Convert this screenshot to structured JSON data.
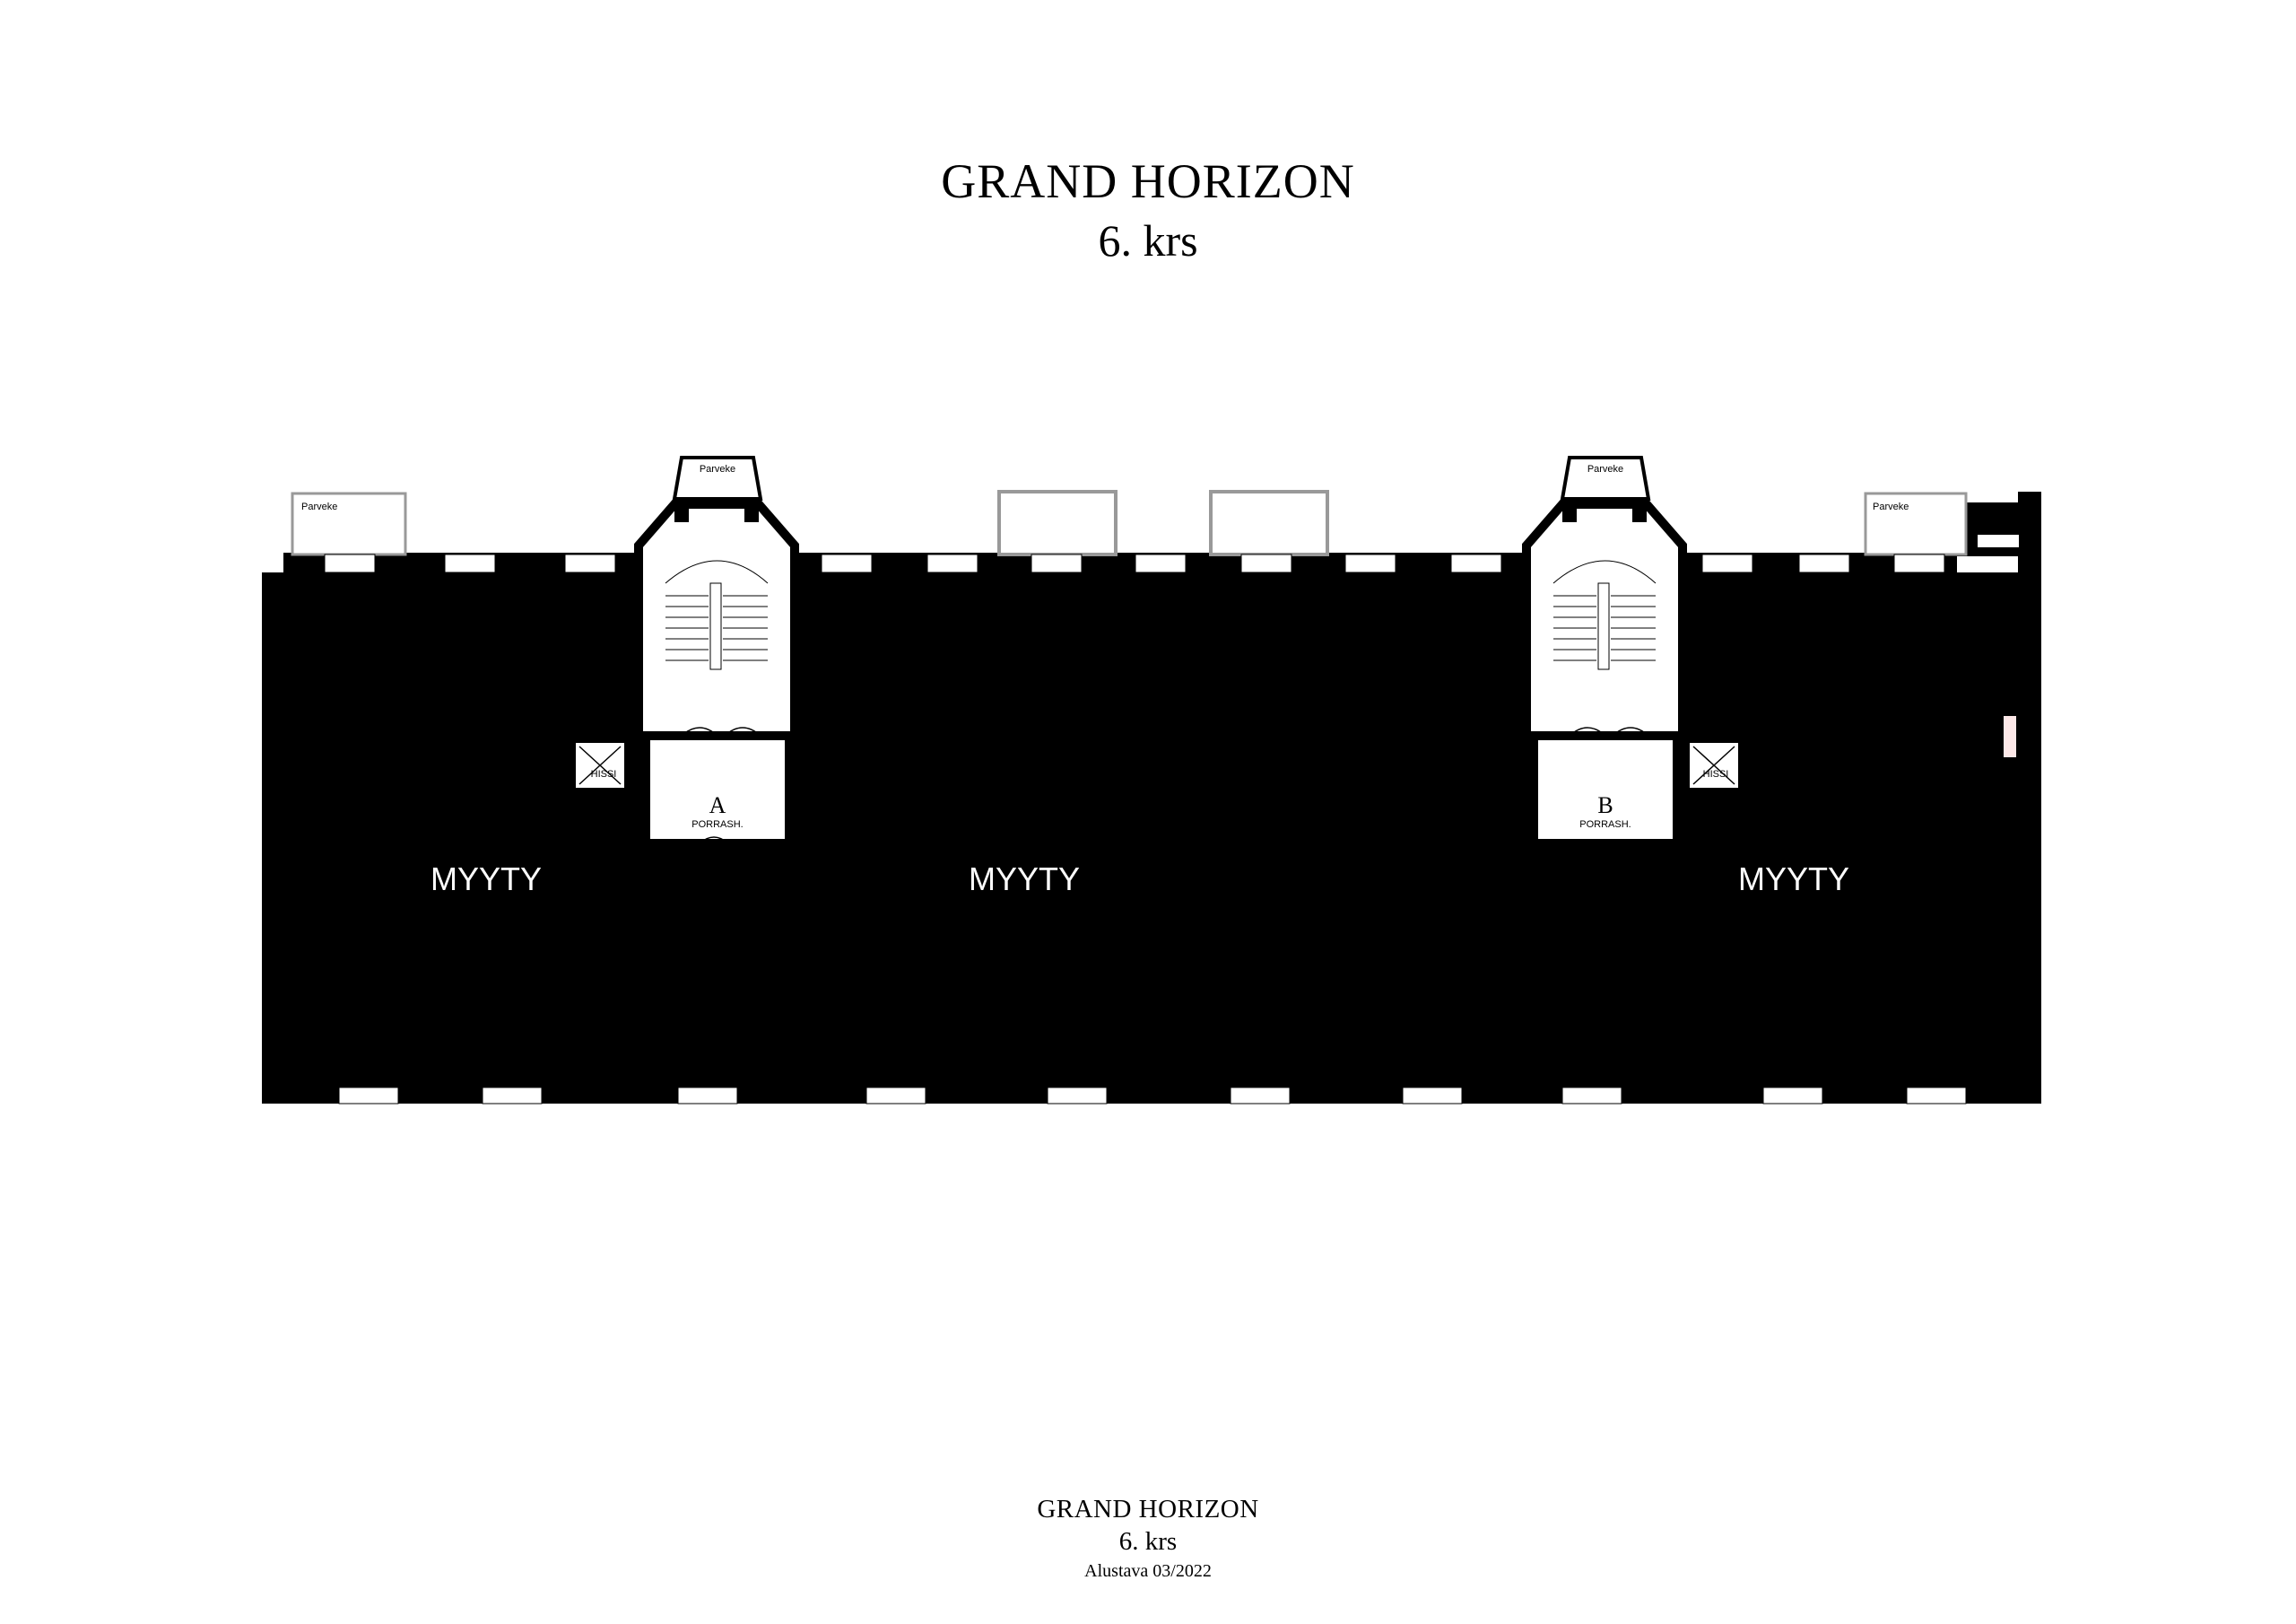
{
  "title": "GRAND HORIZON",
  "floor": "6. krs",
  "footer": {
    "title": "GRAND HORIZON",
    "floor": "6. krs",
    "note": "Alustava 03/2022"
  },
  "units": [
    {
      "label": "MYYTY"
    },
    {
      "label": "MYYTY"
    },
    {
      "label": "MYYTY"
    }
  ],
  "stairwells": [
    {
      "letter": "A",
      "name": "PORRASH.",
      "lift": "HISSI",
      "balcony": "Parveke"
    },
    {
      "letter": "B",
      "name": "PORRASH.",
      "lift": "HISSI",
      "balcony": "Parveke"
    }
  ],
  "balconies": {
    "left": "Parveke",
    "right": "Parveke"
  },
  "colors": {
    "sold_fill": "#000000",
    "wall": "#000000",
    "balcony_outline": "#999999",
    "background": "#ffffff"
  }
}
